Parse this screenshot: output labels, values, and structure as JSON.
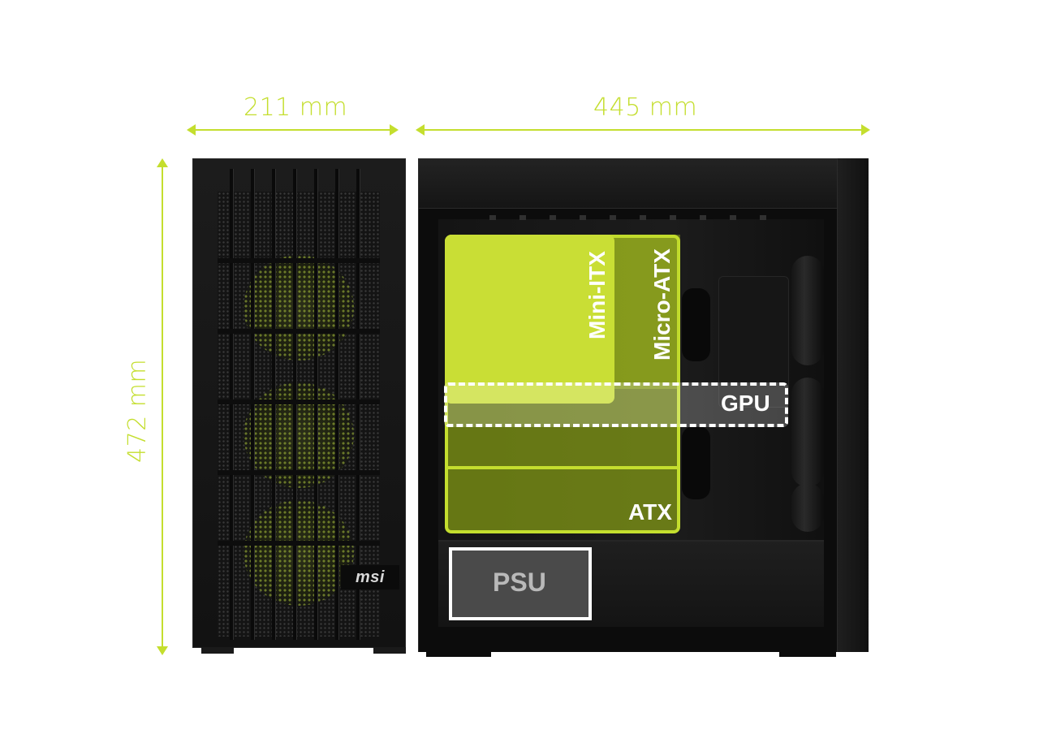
{
  "dimensions": {
    "width": "211 mm",
    "depth": "445 mm",
    "height": "472 mm"
  },
  "brand": "msi",
  "labels": {
    "mini_itx": "Mini-ITX",
    "micro_atx": "Micro-ATX",
    "gpu": "GPU",
    "atx": "ATX",
    "psu": "PSU"
  },
  "colors": {
    "accent": "#c4de2e",
    "case": "#121212",
    "psu_fill": "#4a4a4a"
  }
}
